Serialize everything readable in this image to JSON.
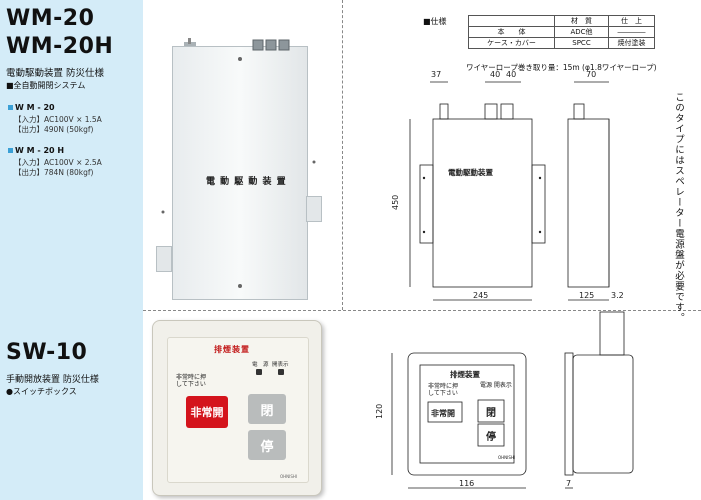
{
  "wm": {
    "title1": "WM-20",
    "title2": "WM-20H",
    "subtitle": "電動駆動装置 防災仕様",
    "system": "■全自動開閉システム",
    "models": [
      {
        "name": "W M - 20",
        "input": "【入力】AC100V × 1.5A",
        "output": "【出力】490N (50kgf)"
      },
      {
        "name": "W M - 20 H",
        "input": "【入力】AC100V × 2.5A",
        "output": "【出力】784N (80kgf)"
      }
    ],
    "device_label": "電 動 駆 動 装 置"
  },
  "sw": {
    "title": "SW-10",
    "subtitle": "手動開放装置 防災仕様",
    "bullet": "●スイッチボックス",
    "panel_title": "排煙装置",
    "lamp_power": "電　源",
    "lamp_open": "開表示",
    "note_line1": "非常時に押",
    "note_line2": "して下さい",
    "red_button": "非常開",
    "close_button": "閉",
    "stop_button": "停",
    "brand": "OHNISHI"
  },
  "spec": {
    "title": "■仕様",
    "headers": [
      "",
      "材　質",
      "仕　上"
    ],
    "rows": [
      [
        "本　　体",
        "ADC他",
        "――――"
      ],
      [
        "ケース・カバー",
        "SPCC",
        "焼付塗装"
      ]
    ],
    "wire": "ワイヤーロープ巻き取り量：15m (φ1.8ワイヤーロープ)"
  },
  "note": "このタイプにはスペレーター電源盤が必要です。",
  "dims": {
    "d37": "37",
    "d40a": "40",
    "d40b": "40",
    "d70": "70",
    "d450": "450",
    "d245": "245",
    "d125": "125",
    "d32": "3.2",
    "d120": "120",
    "d116": "116",
    "d7": "7"
  },
  "drawing": {
    "wm_label": "電動駆動装置",
    "sw_title": "排煙装置",
    "sw_lamp": "電源  開表示",
    "sw_note1": "非常時に押",
    "sw_note2": "して下さい",
    "sw_red": "非常開",
    "sw_close": "閉",
    "sw_stop": "停",
    "sw_brand": "OHNISHI"
  }
}
